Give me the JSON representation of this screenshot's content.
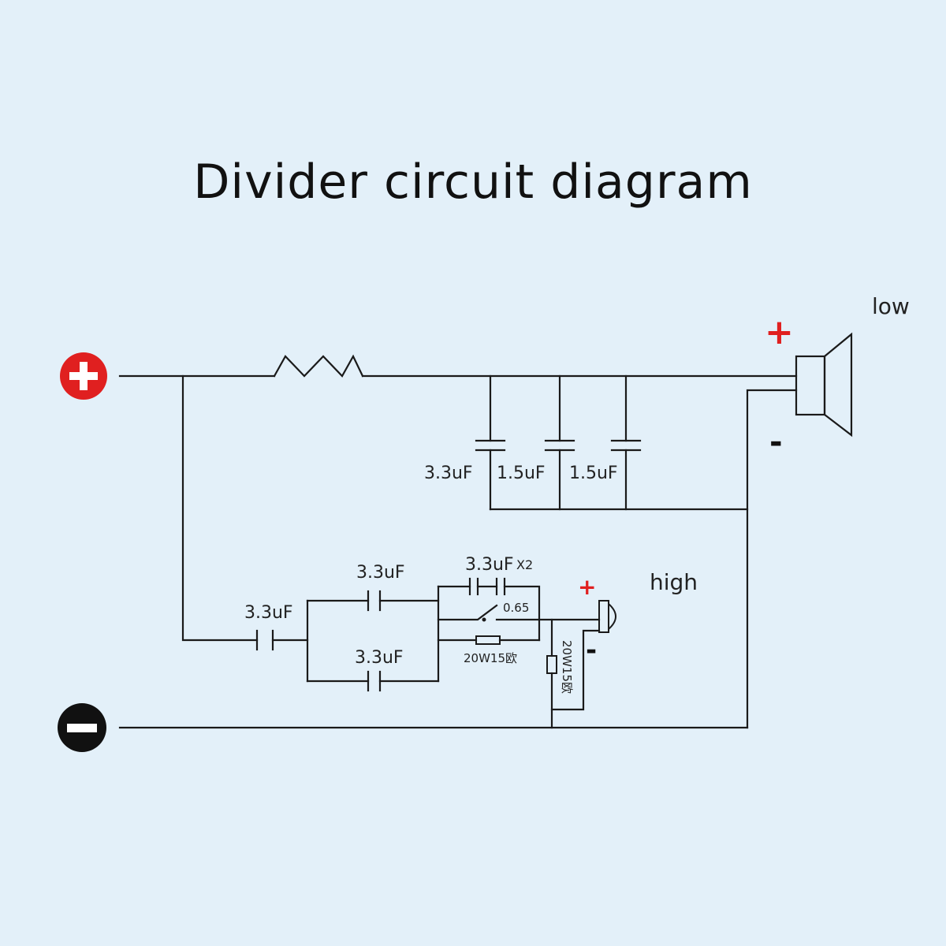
{
  "title": "Divider circuit diagram",
  "colors": {
    "background": "#e3f0f9",
    "wire": "#1a1a1a",
    "positive": "#e02020",
    "negative": "#111111"
  },
  "terminals": {
    "input_positive": "plus-circle-icon",
    "input_negative": "minus-circle-icon"
  },
  "low_section": {
    "label": "low",
    "plus": "+",
    "minus": "-",
    "capacitors": [
      "3.3uF",
      "1.5uF",
      "1.5uF"
    ]
  },
  "high_section": {
    "label": "high",
    "plus": "+",
    "minus": "-",
    "input_cap": "3.3uF",
    "upper_cap": "3.3uF",
    "lower_cap": "3.3uF",
    "series_cap": "3.3uF",
    "series_cap_multiplier": "X2",
    "switch_value": "0.65",
    "series_resistor": "20W15欧",
    "shunt_resistor": "20W15欧"
  }
}
